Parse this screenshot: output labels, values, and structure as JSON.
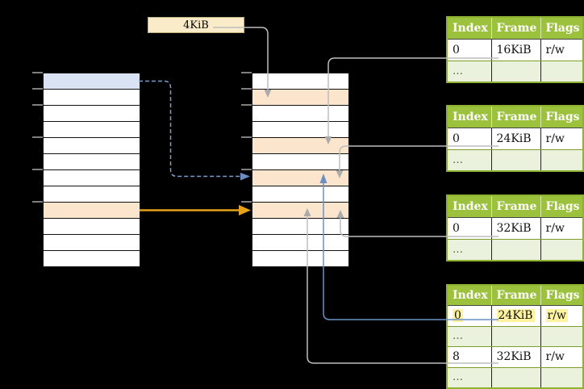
{
  "labels": {
    "page_size": "4KiB"
  },
  "memory": {
    "virtual_table": {
      "rows": 12,
      "blue_row": 1,
      "orange_row": 9
    },
    "physical_table": {
      "rows": 12,
      "orange_rows": [
        2,
        5,
        7,
        9
      ]
    },
    "tick_row_boundaries": [
      0,
      1,
      2,
      4,
      6,
      8
    ]
  },
  "frame_tables": [
    {
      "headers": [
        "Index",
        "Frame",
        "Flags"
      ],
      "rows": [
        {
          "index": "0",
          "frame": "16KiB",
          "flags": "r/w"
        },
        {
          "index": "…",
          "frame": "",
          "flags": ""
        }
      ]
    },
    {
      "headers": [
        "Index",
        "Frame",
        "Flags"
      ],
      "rows": [
        {
          "index": "0",
          "frame": "24KiB",
          "flags": "r/w"
        },
        {
          "index": "…",
          "frame": "",
          "flags": ""
        }
      ]
    },
    {
      "headers": [
        "Index",
        "Frame",
        "Flags"
      ],
      "rows": [
        {
          "index": "0",
          "frame": "32KiB",
          "flags": "r/w"
        },
        {
          "index": "…",
          "frame": "",
          "flags": ""
        }
      ]
    },
    {
      "headers": [
        "Index",
        "Frame",
        "Flags"
      ],
      "rows": [
        {
          "index": "0",
          "frame": "24KiB",
          "flags": "r/w",
          "highlighted": true
        },
        {
          "index": "…",
          "frame": "",
          "flags": ""
        },
        {
          "index": "8",
          "frame": "32KiB",
          "flags": "r/w"
        },
        {
          "index": "…",
          "frame": "",
          "flags": ""
        }
      ]
    }
  ],
  "arrows": [
    {
      "from": "page-size-label",
      "to": "physical-row-2",
      "style": "gray"
    },
    {
      "from": "frame-table-1-row-16KiB",
      "to": "physical-row-5",
      "style": "gray"
    },
    {
      "from": "frame-table-2-row-24KiB",
      "to": "physical-row-7",
      "style": "gray"
    },
    {
      "from": "frame-table-3-row-32KiB",
      "to": "physical-row-9",
      "style": "gray"
    },
    {
      "from": "frame-table-4-row-24KiB",
      "to": "physical-row-7",
      "style": "blue-solid"
    },
    {
      "from": "frame-table-4-row-32KiB",
      "to": "physical-row-9",
      "style": "gray"
    },
    {
      "from": "virtual-row-1",
      "to": "physical-row-7",
      "style": "blue-dashed"
    },
    {
      "from": "virtual-row-9",
      "to": "physical-row-9",
      "style": "orange-solid"
    }
  ],
  "colors": {
    "row_blue": "#D9E3F3",
    "row_peach": "#FCE5CD",
    "label_cream": "#FBECC9",
    "header_green": "#9CC13C",
    "table_green_border": "#8CB22F",
    "row_green": "#EAF1DC",
    "highlight_yellow": "#FFF3A0",
    "arrow_orange": "#E5A117",
    "arrow_blue": "#6B8FC3",
    "arrow_gray": "#BDBDBD"
  }
}
